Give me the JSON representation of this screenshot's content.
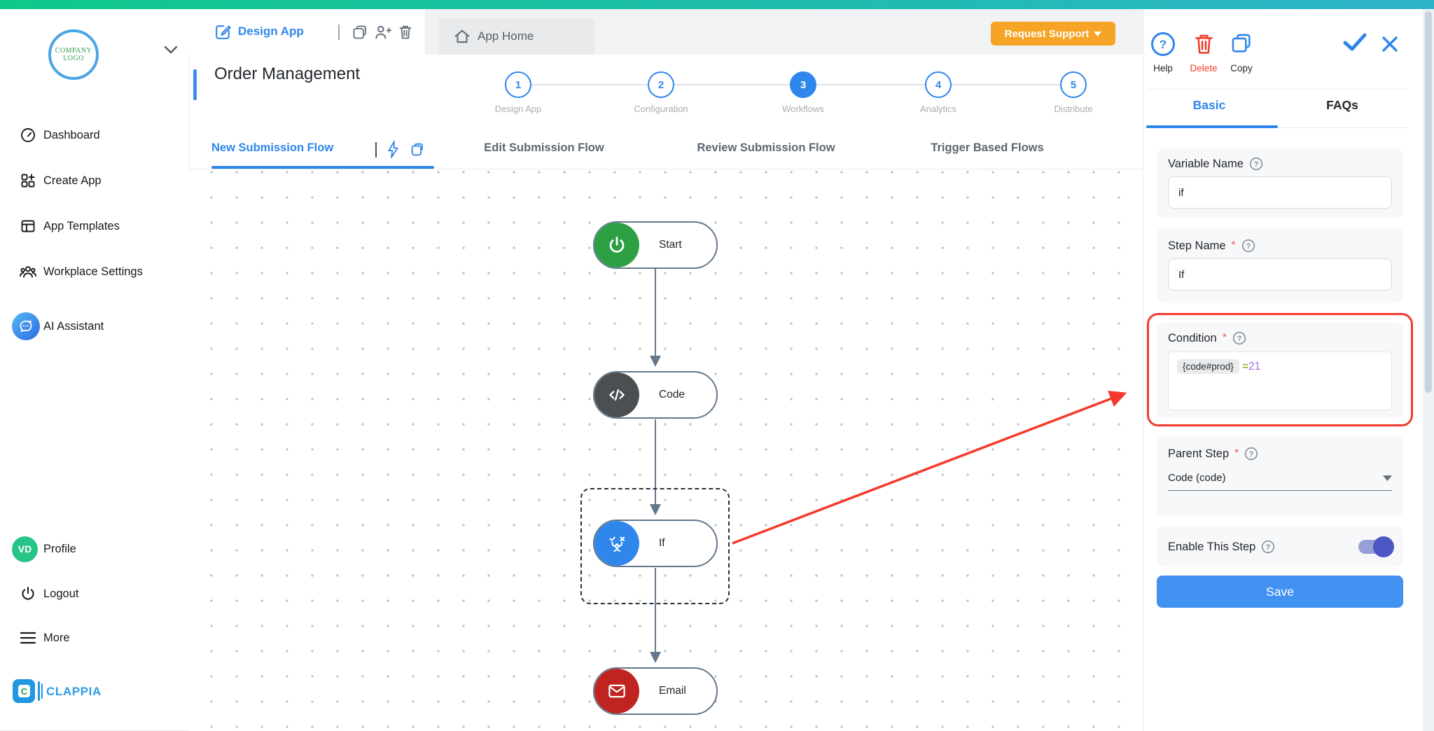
{
  "glyphs": {
    "question": "?",
    "brand_c": "C"
  },
  "colors": {
    "accent_blue": "#2f86eb",
    "orange": "#f6a425",
    "annotation_red": "#f5392c",
    "toggle_indigo": "#4a57c4",
    "node_start_green": "#2da044",
    "node_code_gray": "#4b4f52",
    "node_if_blue": "#2f86eb",
    "node_email_red": "#bf2420",
    "top_gradient_left": "#0fc98b",
    "top_gradient_right": "#2db3c9",
    "operator_olive": "#9aa32e",
    "operand_purple": "#ab6be0"
  },
  "sidebar": {
    "logo_line1": "COMPANY",
    "logo_line2": "LOGO",
    "items": [
      {
        "label": "Dashboard"
      },
      {
        "label": "Create App"
      },
      {
        "label": "App Templates"
      },
      {
        "label": "Workplace Settings"
      },
      {
        "label": "AI Assistant"
      }
    ],
    "profile": {
      "initials": "VD",
      "label": "Profile"
    },
    "logout": "Logout",
    "more": "More",
    "brand": "CLAPPIA"
  },
  "topnav": {
    "design_app": "Design App",
    "app_home": "App Home",
    "request_support": "Request Support"
  },
  "header": {
    "title": "Order Management",
    "steps": [
      {
        "num": "1",
        "label": "Design App"
      },
      {
        "num": "2",
        "label": "Configuration"
      },
      {
        "num": "3",
        "label": "Workflows"
      },
      {
        "num": "4",
        "label": "Analytics"
      },
      {
        "num": "5",
        "label": "Distribute"
      }
    ]
  },
  "flow_tabs": {
    "active": "New Submission Flow",
    "others": [
      {
        "label": "Edit Submission Flow"
      },
      {
        "label": "Review Submission Flow"
      },
      {
        "label": "Trigger Based Flows"
      }
    ]
  },
  "canvas": {
    "nodes": [
      {
        "label": "Start"
      },
      {
        "label": "Code"
      },
      {
        "label": "If"
      },
      {
        "label": "Email"
      }
    ]
  },
  "panel": {
    "actions": {
      "help": "Help",
      "delete": "Delete",
      "copy": "Copy"
    },
    "tabs": {
      "basic": "Basic",
      "faqs": "FAQs"
    },
    "fields": {
      "variable_name": {
        "label": "Variable Name",
        "value": "if"
      },
      "step_name": {
        "label": "Step Name",
        "required": "*",
        "value": "If"
      },
      "condition": {
        "label": "Condition",
        "required": "*",
        "chip": "{code#prod}",
        "operator": "=",
        "operand": "21"
      },
      "parent_step": {
        "label": "Parent Step",
        "required": "*",
        "value": "Code (code)"
      },
      "enable": {
        "label": "Enable This Step",
        "state": "on"
      }
    },
    "save": "Save"
  }
}
